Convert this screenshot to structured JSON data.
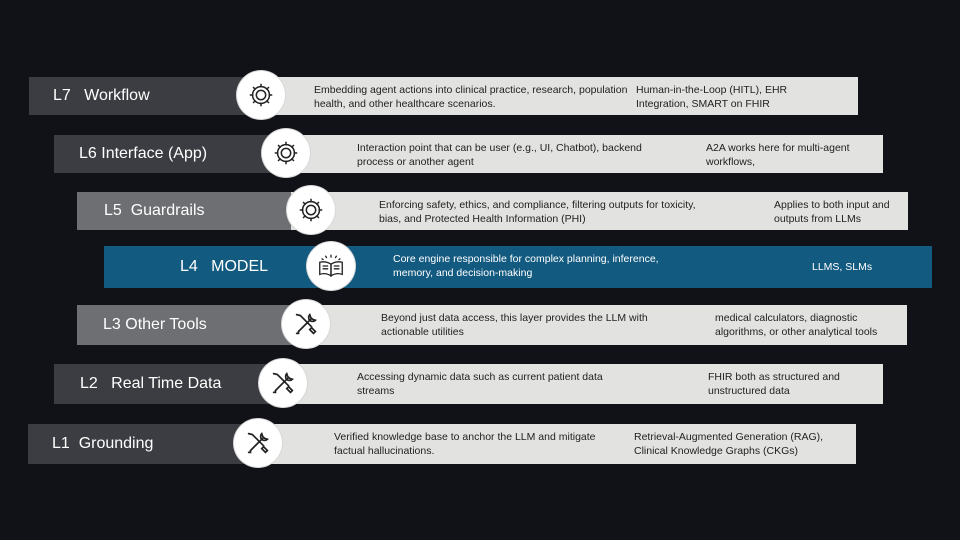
{
  "colors": {
    "background": "#111118",
    "label_dark": "#3b3d42",
    "label_mid": "#4a4c50",
    "label_light": "#6d6f72",
    "panel": "#e2e2e0",
    "model": "#135a80"
  },
  "layers": [
    {
      "label": "L7   Workflow",
      "icon": "gear-icon",
      "desc": "Embedding agent actions into clinical practice, research, population health, and other healthcare scenarios.",
      "extra": "Human-in-the-Loop (HITL), EHR Integration, SMART on FHIR"
    },
    {
      "label": "L6 Interface (App)",
      "icon": "gear-icon",
      "desc": "Interaction point that can be user (e.g., UI, Chatbot), backend process or another agent",
      "extra": "A2A works here for multi-agent workflows,"
    },
    {
      "label": "L5  Guardrails",
      "icon": "gear-icon",
      "desc": "Enforcing safety, ethics, and compliance, filtering outputs for toxicity, bias, and Protected Health Information (PHI)",
      "extra": "Applies to both input and outputs from LLMs"
    },
    {
      "label": "L4   MODEL",
      "icon": "open-book-icon",
      "desc": "Core engine responsible for complex planning, inference, memory, and decision-making",
      "extra": "LLMS, SLMs"
    },
    {
      "label": "L3 Other Tools",
      "icon": "tools-icon",
      "desc": "Beyond just data access, this layer provides the LLM with actionable utilities",
      "extra": "medical calculators, diagnostic algorithms, or other analytical tools"
    },
    {
      "label": "L2   Real Time Data",
      "icon": "tools-icon",
      "desc": "Accessing dynamic data such as current patient data streams",
      "extra": "FHIR both as structured and unstructured data"
    },
    {
      "label": "L1  Grounding",
      "icon": "tools-icon",
      "desc": "Verified knowledge base to anchor the LLM and mitigate factual hallucinations.",
      "extra": "Retrieval-Augmented Generation (RAG), Clinical Knowledge Graphs (CKGs)"
    }
  ]
}
